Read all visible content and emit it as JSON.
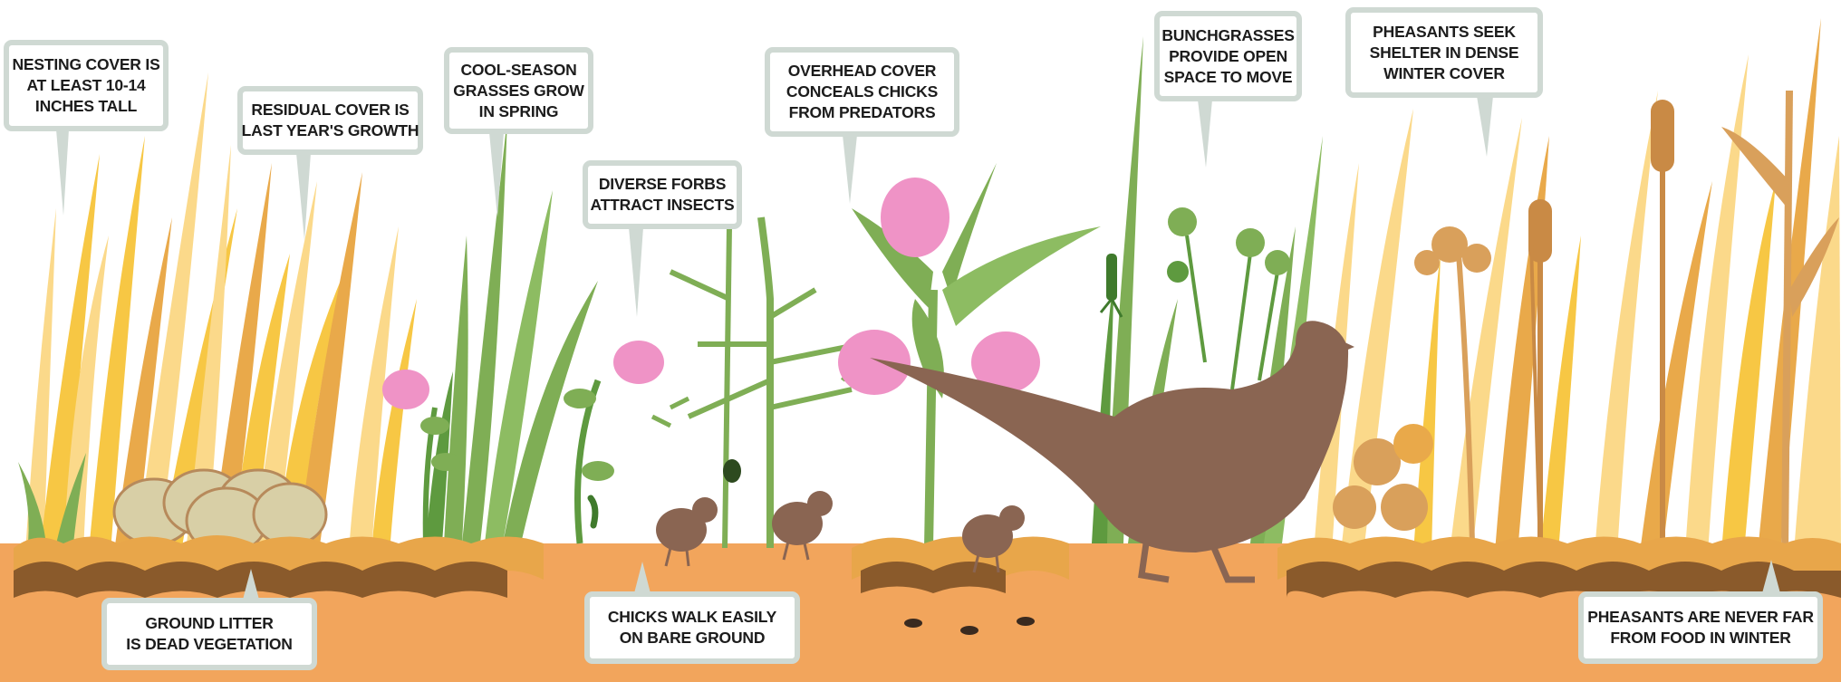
{
  "callouts": {
    "nesting_cover": [
      "NESTING COVER IS",
      "AT LEAST 10-14",
      "INCHES TALL"
    ],
    "residual_cover": [
      "RESIDUAL COVER IS",
      "LAST YEAR'S GROWTH"
    ],
    "cool_season": [
      "COOL-SEASON",
      "GRASSES GROW",
      "IN SPRING"
    ],
    "diverse_forbs": [
      "DIVERSE FORBS",
      "ATTRACT INSECTS"
    ],
    "overhead_cover": [
      "OVERHEAD COVER",
      "CONCEALS CHICKS",
      "FROM PREDATORS"
    ],
    "bunchgrasses": [
      "BUNCHGRASSES",
      "PROVIDE OPEN",
      "SPACE TO MOVE"
    ],
    "winter_cover": [
      "PHEASANTS SEEK",
      "SHELTER IN DENSE",
      "WINTER COVER"
    ],
    "ground_litter": [
      "GROUND LITTER",
      "IS DEAD VEGETATION"
    ],
    "chicks_walk": [
      "CHICKS WALK EASILY",
      "ON BARE GROUND"
    ],
    "food_winter": [
      "PHEASANTS ARE NEVER FAR",
      "FROM FOOD IN WINTER"
    ]
  },
  "colors": {
    "ground": "#f2a55c",
    "litter_dark": "#8a5a2b",
    "litter_light": "#e8a64a",
    "grass_gold": "#f7c744",
    "grass_pale": "#fbd98a",
    "grass_amber": "#e9a94a",
    "grass_green": "#7fae55",
    "grass_dark_green": "#5e9a3f",
    "clover_pink": "#ef93c6",
    "pheasant_brown": "#8a6552",
    "egg_tan": "#d8cfa6",
    "cattail_brown": "#c98a45",
    "callout_border": "#cfd9d3"
  },
  "icons": [
    "pheasant-hen-icon",
    "chick-icon",
    "ant-icon",
    "grasshopper-icon",
    "beetle-icon",
    "caterpillar-icon",
    "egg-clutch-icon",
    "clover-icon",
    "cattail-icon",
    "goldenrod-icon",
    "coneflower-icon"
  ]
}
